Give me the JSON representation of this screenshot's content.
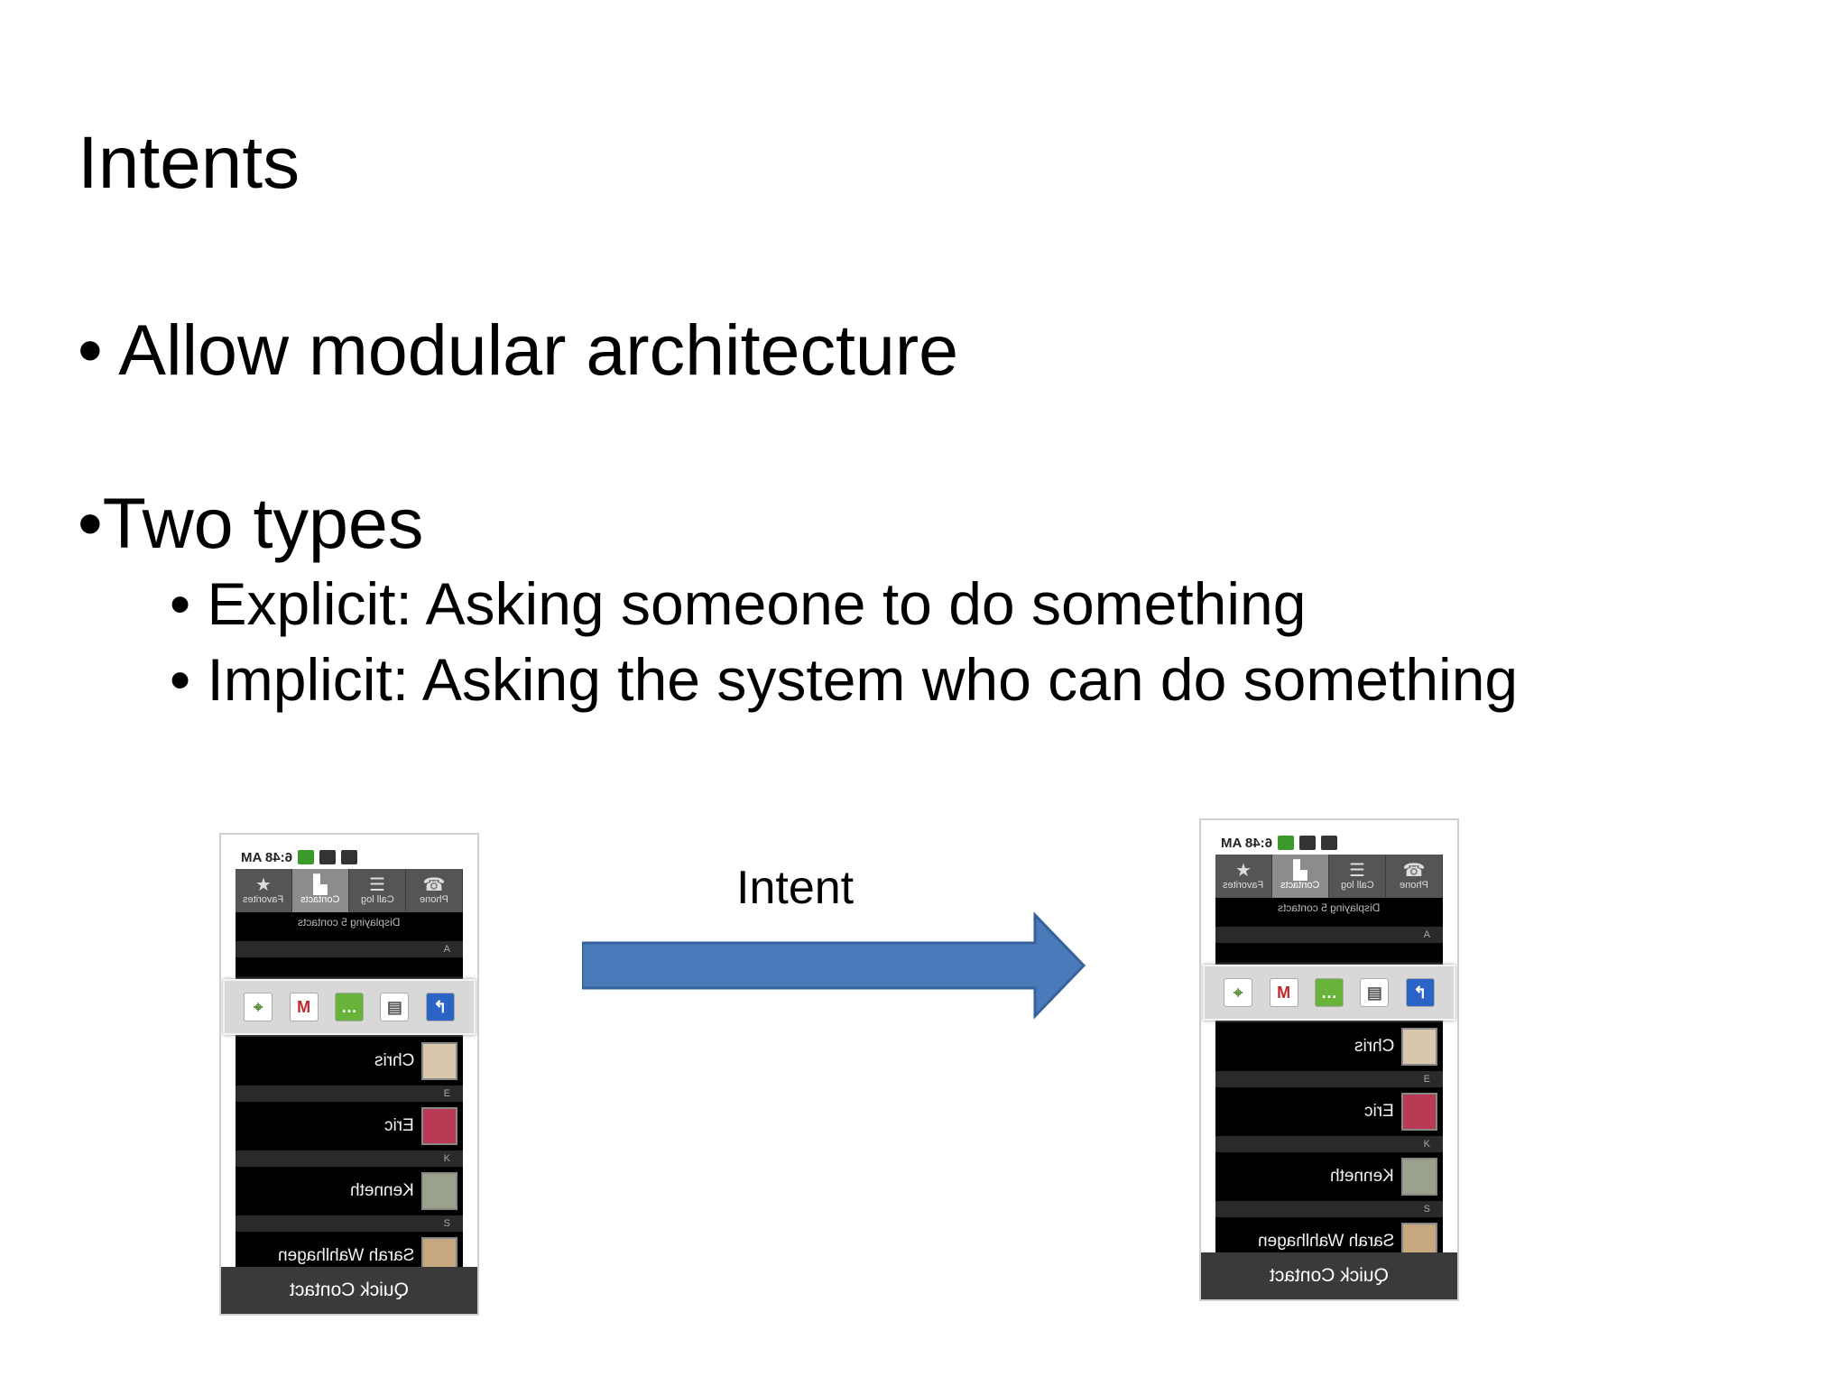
{
  "slide": {
    "title": "Intents",
    "bullet_1": "Allow modular architecture",
    "bullet_2": "Two types",
    "sub_1": "Explicit: Asking someone to do something",
    "sub_2": "Implicit: Asking the system who can do something",
    "bullet_char": "•"
  },
  "diagram": {
    "intent_label": "Intent",
    "arrow_color": "#4a7ab9",
    "phone": {
      "time": "6:48 AM",
      "tabs": [
        {
          "label": "Favorites",
          "icon": "star-icon"
        },
        {
          "label": "Contacts",
          "icon": "contacts-icon"
        },
        {
          "label": "Call log",
          "icon": "call-log-icon"
        },
        {
          "label": "Phone",
          "icon": "phone-icon"
        }
      ],
      "displaying": "Displaying 5 contacts",
      "letters": [
        "A",
        "E",
        "K",
        "S"
      ],
      "contacts": [
        "Chris",
        "Eric",
        "Kenneth",
        "Sarah Wahlhagen"
      ],
      "quick_icons": [
        "maps-icon",
        "gmail-icon",
        "sms-icon",
        "contact-card-icon",
        "call-icon"
      ],
      "footer": "Quick Contact"
    }
  }
}
